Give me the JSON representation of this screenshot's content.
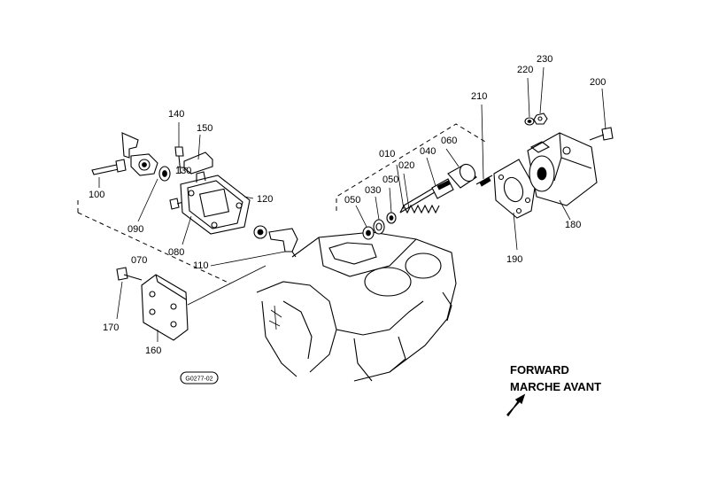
{
  "part_labels": [
    {
      "id": "010",
      "text": "010"
    },
    {
      "id": "020",
      "text": "020"
    },
    {
      "id": "030",
      "text": "030"
    },
    {
      "id": "040",
      "text": "040"
    },
    {
      "id": "050a",
      "text": "050"
    },
    {
      "id": "050b",
      "text": "050"
    },
    {
      "id": "060",
      "text": "060"
    },
    {
      "id": "070",
      "text": "070"
    },
    {
      "id": "080",
      "text": "080"
    },
    {
      "id": "090",
      "text": "090"
    },
    {
      "id": "100",
      "text": "100"
    },
    {
      "id": "110",
      "text": "110"
    },
    {
      "id": "120",
      "text": "120"
    },
    {
      "id": "130",
      "text": "130"
    },
    {
      "id": "140",
      "text": "140"
    },
    {
      "id": "150",
      "text": "150"
    },
    {
      "id": "160",
      "text": "160"
    },
    {
      "id": "170",
      "text": "170"
    },
    {
      "id": "180",
      "text": "180"
    },
    {
      "id": "190",
      "text": "190"
    },
    {
      "id": "200",
      "text": "200"
    },
    {
      "id": "210",
      "text": "210"
    },
    {
      "id": "220",
      "text": "220"
    },
    {
      "id": "230",
      "text": "230"
    }
  ],
  "direction": {
    "line1": "FORWARD",
    "line2": "MARCHE AVANT"
  },
  "reference_code": "G0277-02"
}
